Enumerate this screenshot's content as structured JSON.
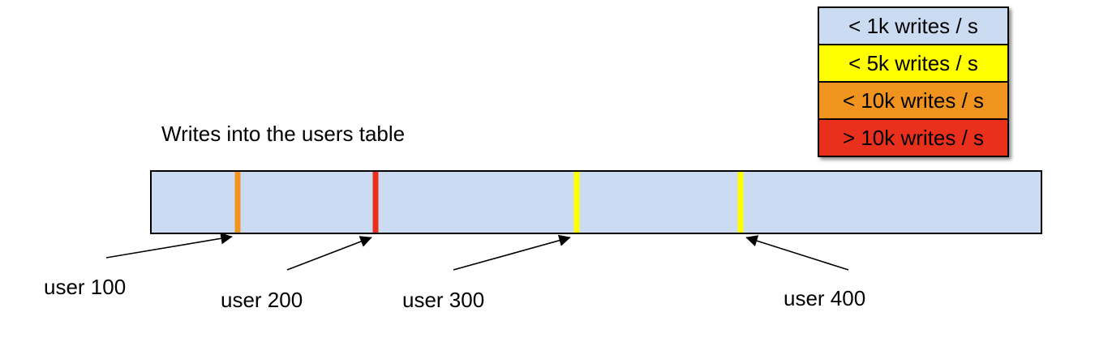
{
  "title": "Writes into the users table",
  "legend": {
    "items": [
      {
        "label": "< 1k writes / s",
        "color": "#cbdcf2"
      },
      {
        "label": "< 5k writes / s",
        "color": "#ffff00"
      },
      {
        "label": "< 10k writes / s",
        "color": "#f0941f"
      },
      {
        "label": "> 10k writes / s",
        "color": "#e8301d"
      }
    ]
  },
  "bar": {
    "name": "users table",
    "fill": "#cbdcf2",
    "border_color": "#000000",
    "markers": [
      {
        "label": "user 100",
        "category": "< 10k writes / s",
        "color": "#f0941f",
        "position_pct": 9.7
      },
      {
        "label": "user 200",
        "category": "> 10k writes / s",
        "color": "#e8301d",
        "position_pct": 25.2
      },
      {
        "label": "user 300",
        "category": "< 5k writes / s",
        "color": "#ffff00",
        "position_pct": 47.8
      },
      {
        "label": "user 400",
        "category": "< 5k writes / s",
        "color": "#ffff00",
        "position_pct": 66.2
      }
    ]
  }
}
